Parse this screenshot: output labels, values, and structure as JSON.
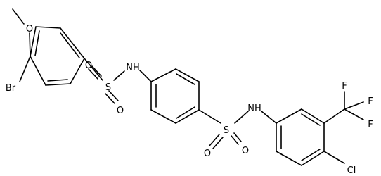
{
  "atoms": {
    "o_methoxy": "O",
    "br": "Br",
    "s1": "S",
    "s1_o_top": "O",
    "s1_o_bottom": "O",
    "nh1": "NH",
    "s2": "S",
    "s2_o_left": "O",
    "s2_o_right": "O",
    "nh2": "NH",
    "cl": "Cl",
    "f_top": "F",
    "f_right": "F",
    "f_bottom": "F"
  }
}
